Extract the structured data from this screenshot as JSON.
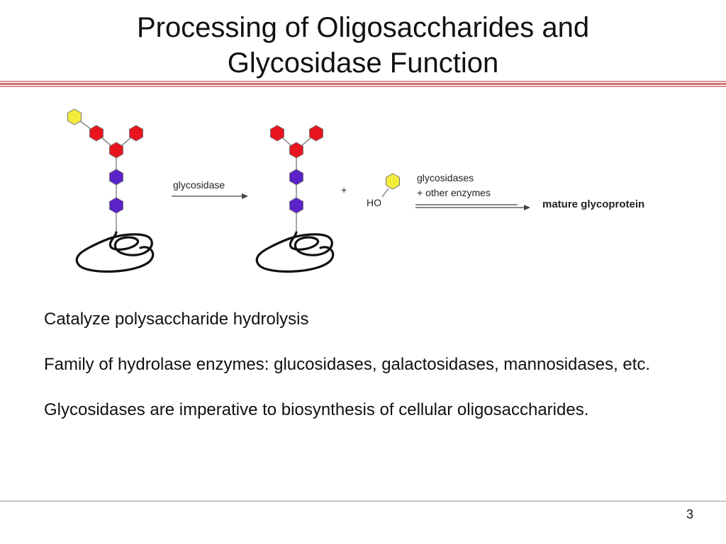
{
  "slide": {
    "title_line1": "Processing of Oligosaccharides and",
    "title_line2": "Glycosidase Function",
    "page_number": "3"
  },
  "diagram": {
    "step1_label": "glycosidase",
    "plus_sign": "+",
    "ho_label": "HO",
    "step2_label_line1": "glycosidases",
    "step2_label_line2": "+ other enzymes",
    "product_label": "mature glycoprotein"
  },
  "bullets": [
    "Catalyze polysaccharide hydrolysis",
    "Family of hydrolase enzymes: glucosidases, galactosidases, mannosidases, etc.",
    "Glycosidases are imperative to biosynthesis of cellular oligosaccharides."
  ],
  "colors": {
    "accent_rule": "#c0504d",
    "red_sugar": "#e8141e",
    "purple_sugar": "#5b22c8",
    "yellow_sugar": "#f2ec3c"
  }
}
